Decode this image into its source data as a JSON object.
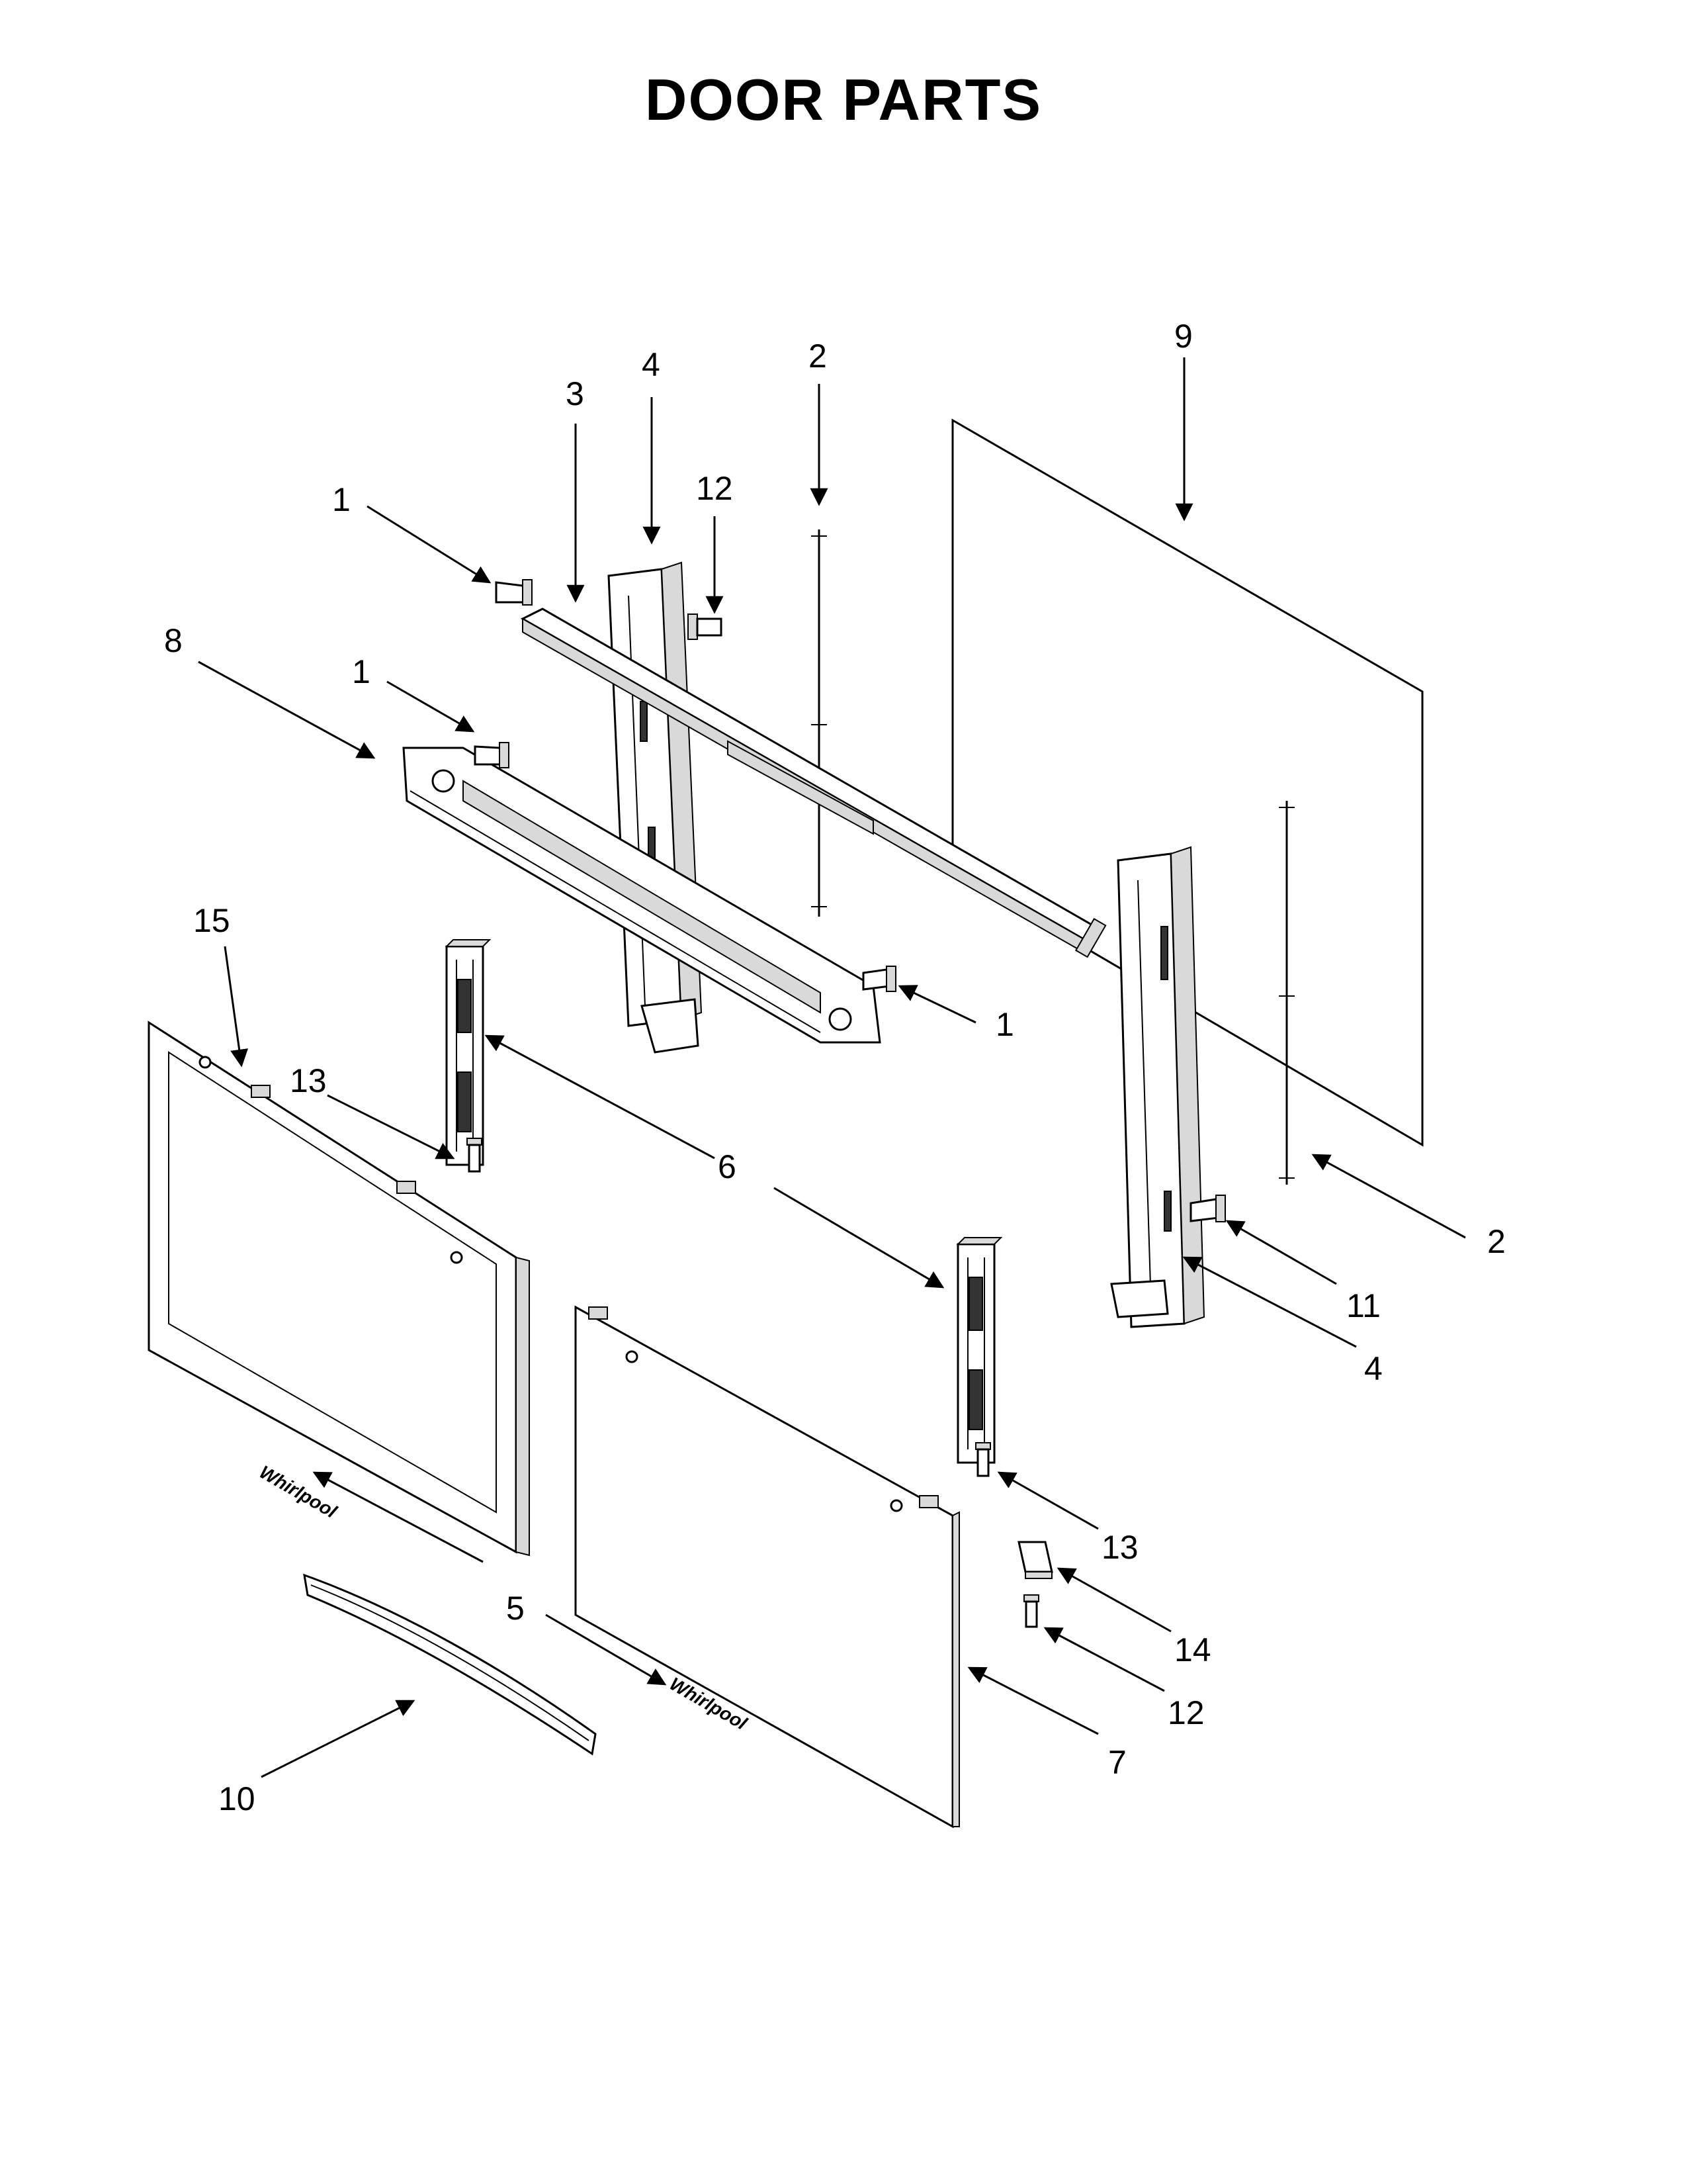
{
  "title": "DOOR PARTS",
  "callouts": {
    "c1a": "1",
    "c1b": "1",
    "c1c": "1",
    "c2a": "2",
    "c2b": "2",
    "c3": "3",
    "c4a": "4",
    "c4b": "4",
    "c5": "5",
    "c6": "6",
    "c7": "7",
    "c8": "8",
    "c9": "9",
    "c10": "10",
    "c11": "11",
    "c12a": "12",
    "c12b": "12",
    "c13a": "13",
    "c13b": "13",
    "c14": "14",
    "c15": "15"
  }
}
